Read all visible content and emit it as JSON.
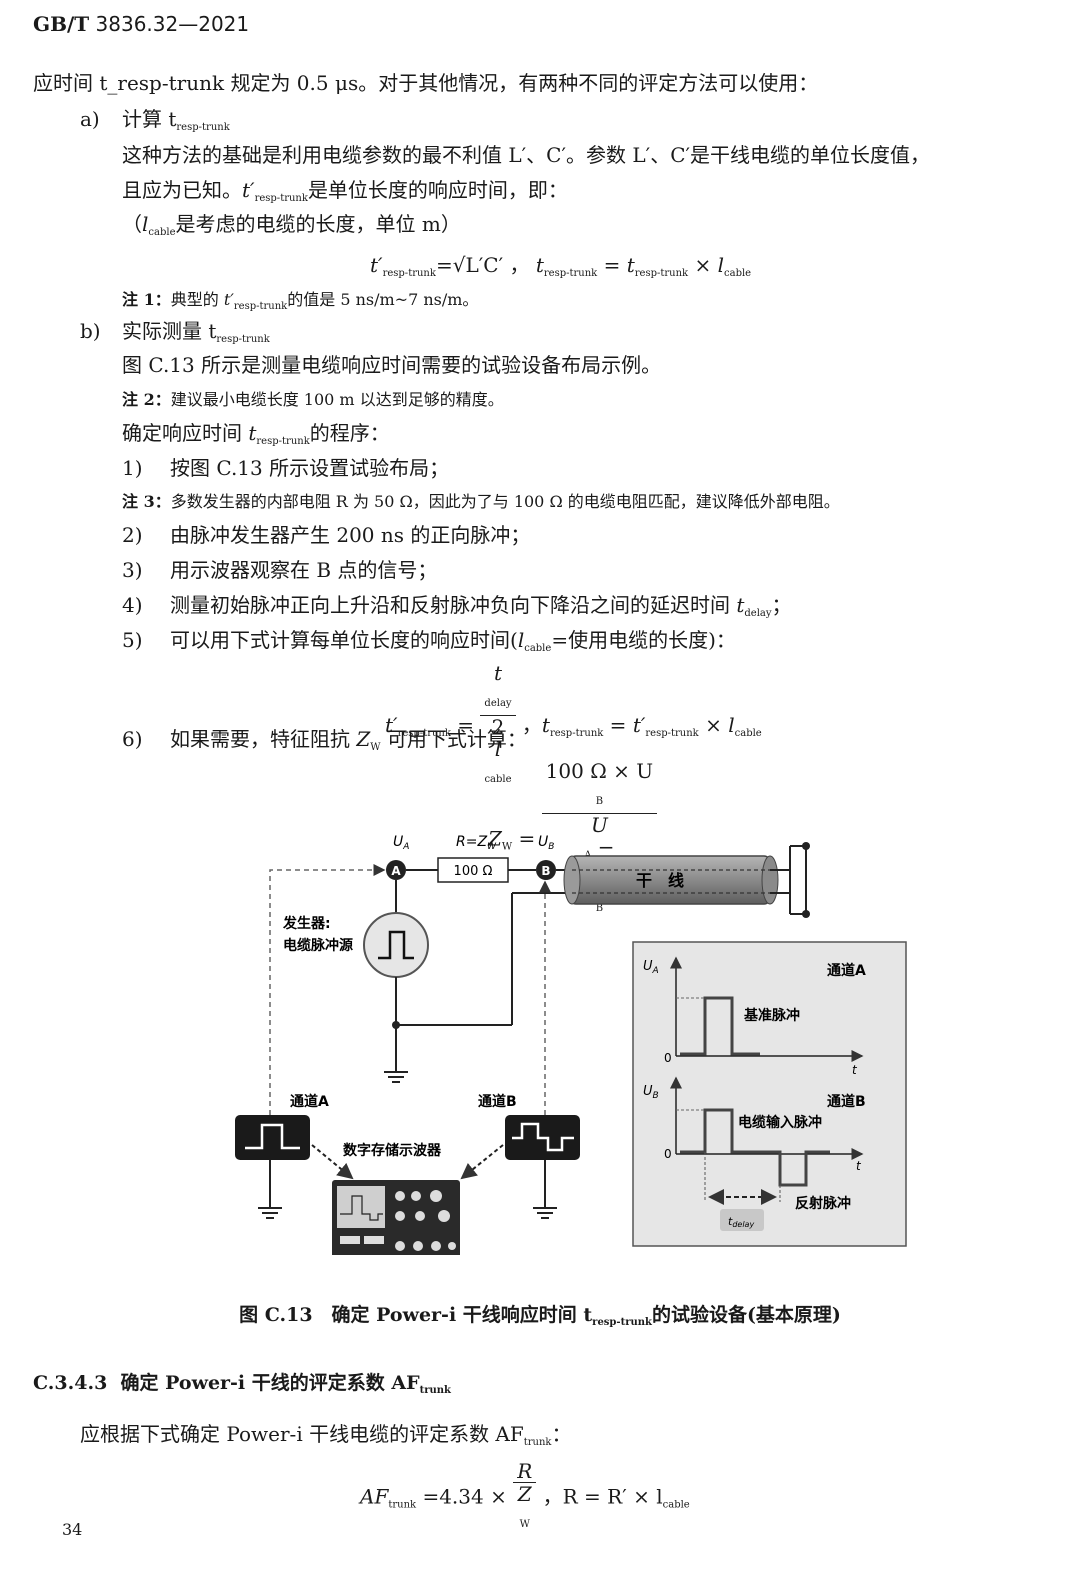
{
  "header": {
    "std": "GB/T",
    "code": "3836.32—2021"
  },
  "lines": {
    "l1": "应时间 t_resp-trunk 规定为 0.5 μs。对于其他情况，有两种不同的评定方法可以使用：",
    "a_label": "a)",
    "a_title": "计算 t",
    "a_p1": "这种方法的基础是利用电缆参数的最不利值 L′、C′。参数 L′、C′是干线电缆的单位长度值，",
    "a_p2a": "且应为已知。",
    "a_p2b": "是单位长度的响应时间，即：",
    "a_p3a": "（",
    "a_p3b": "是考虑的电缆的长度，单位 m）",
    "note1a": "注 1：",
    "note1b": "典型的",
    "note1c": "的值是 5 ns/m~7 ns/m。",
    "b_label": "b)",
    "b_title": "实际测量 t",
    "b_p1": "图 C.13 所示是测量电缆响应时间需要的试验设备布局示例。",
    "note2a": "注 2：",
    "note2b": "建议最小电缆长度 100 m 以达到足够的精度。",
    "b_p2a": "确定响应时间",
    "b_p2b": "的程序：",
    "s1": "按图 C.13 所示设置试验布局；",
    "note3a": "注 3：",
    "note3b": "多数发生器的内部电阻 R 为 50 Ω，因此为了与 100 Ω 的电缆电阻匹配，建议降低外部电阻。",
    "s2": "由脉冲发生器产生 200 ns 的正向脉冲；",
    "s3": "用示波器观察在 B 点的信号；",
    "s4": "测量初始脉冲正向上升沿和反射脉冲负向下降沿之间的延迟时间",
    "s5a": "可以用下式计算每单位长度的响应时间(",
    "s5b": "=使用电缆的长度)：",
    "s6": "如果需要，特征阻抗",
    "s6b": "可用下式计算："
  },
  "steps": [
    "1)",
    "2)",
    "3)",
    "4)",
    "5)",
    "6)"
  ],
  "subs": {
    "resp": "resp-trunk",
    "cable": "cable",
    "delay": "delay",
    "trunk": "trunk",
    "w": "W",
    "a": "A",
    "b": "B"
  },
  "formula": {
    "f1": "=√L′C′ ，",
    "f3num": "100 Ω × U",
    "f3den": "U",
    "f4coef": "=4.34 ×",
    "f4rest": "，R = R′ × l"
  },
  "figure": {
    "ua": "U",
    "rzw": "R=Z",
    "ub": "U",
    "resistor": "100 Ω",
    "node_a": "A",
    "node_b": "B",
    "cable": "干　线",
    "generator": "发生器:",
    "generator2": "电缆脉冲源",
    "chA": "通道A",
    "chB": "通道B",
    "scope": "数字存储示波器",
    "panel_chA": "通道A",
    "panel_chB": "通道B",
    "ref_pulse": "基准脉冲",
    "input_pulse": "电缆输入脉冲",
    "refl_pulse": "反射脉冲",
    "zero": "0",
    "t": "t",
    "tdelay": "t"
  },
  "caption": "图 C.13　确定 Power-i 干线响应时间 t",
  "caption_tail": "的试验设备(基本原理)",
  "section": {
    "num": "C.3.4.3",
    "title": "确定 Power-i 干线的评定系数 AF"
  },
  "para": "应根据下式确定 Power-i 干线电缆的评定系数 AF",
  "page_number": "34"
}
